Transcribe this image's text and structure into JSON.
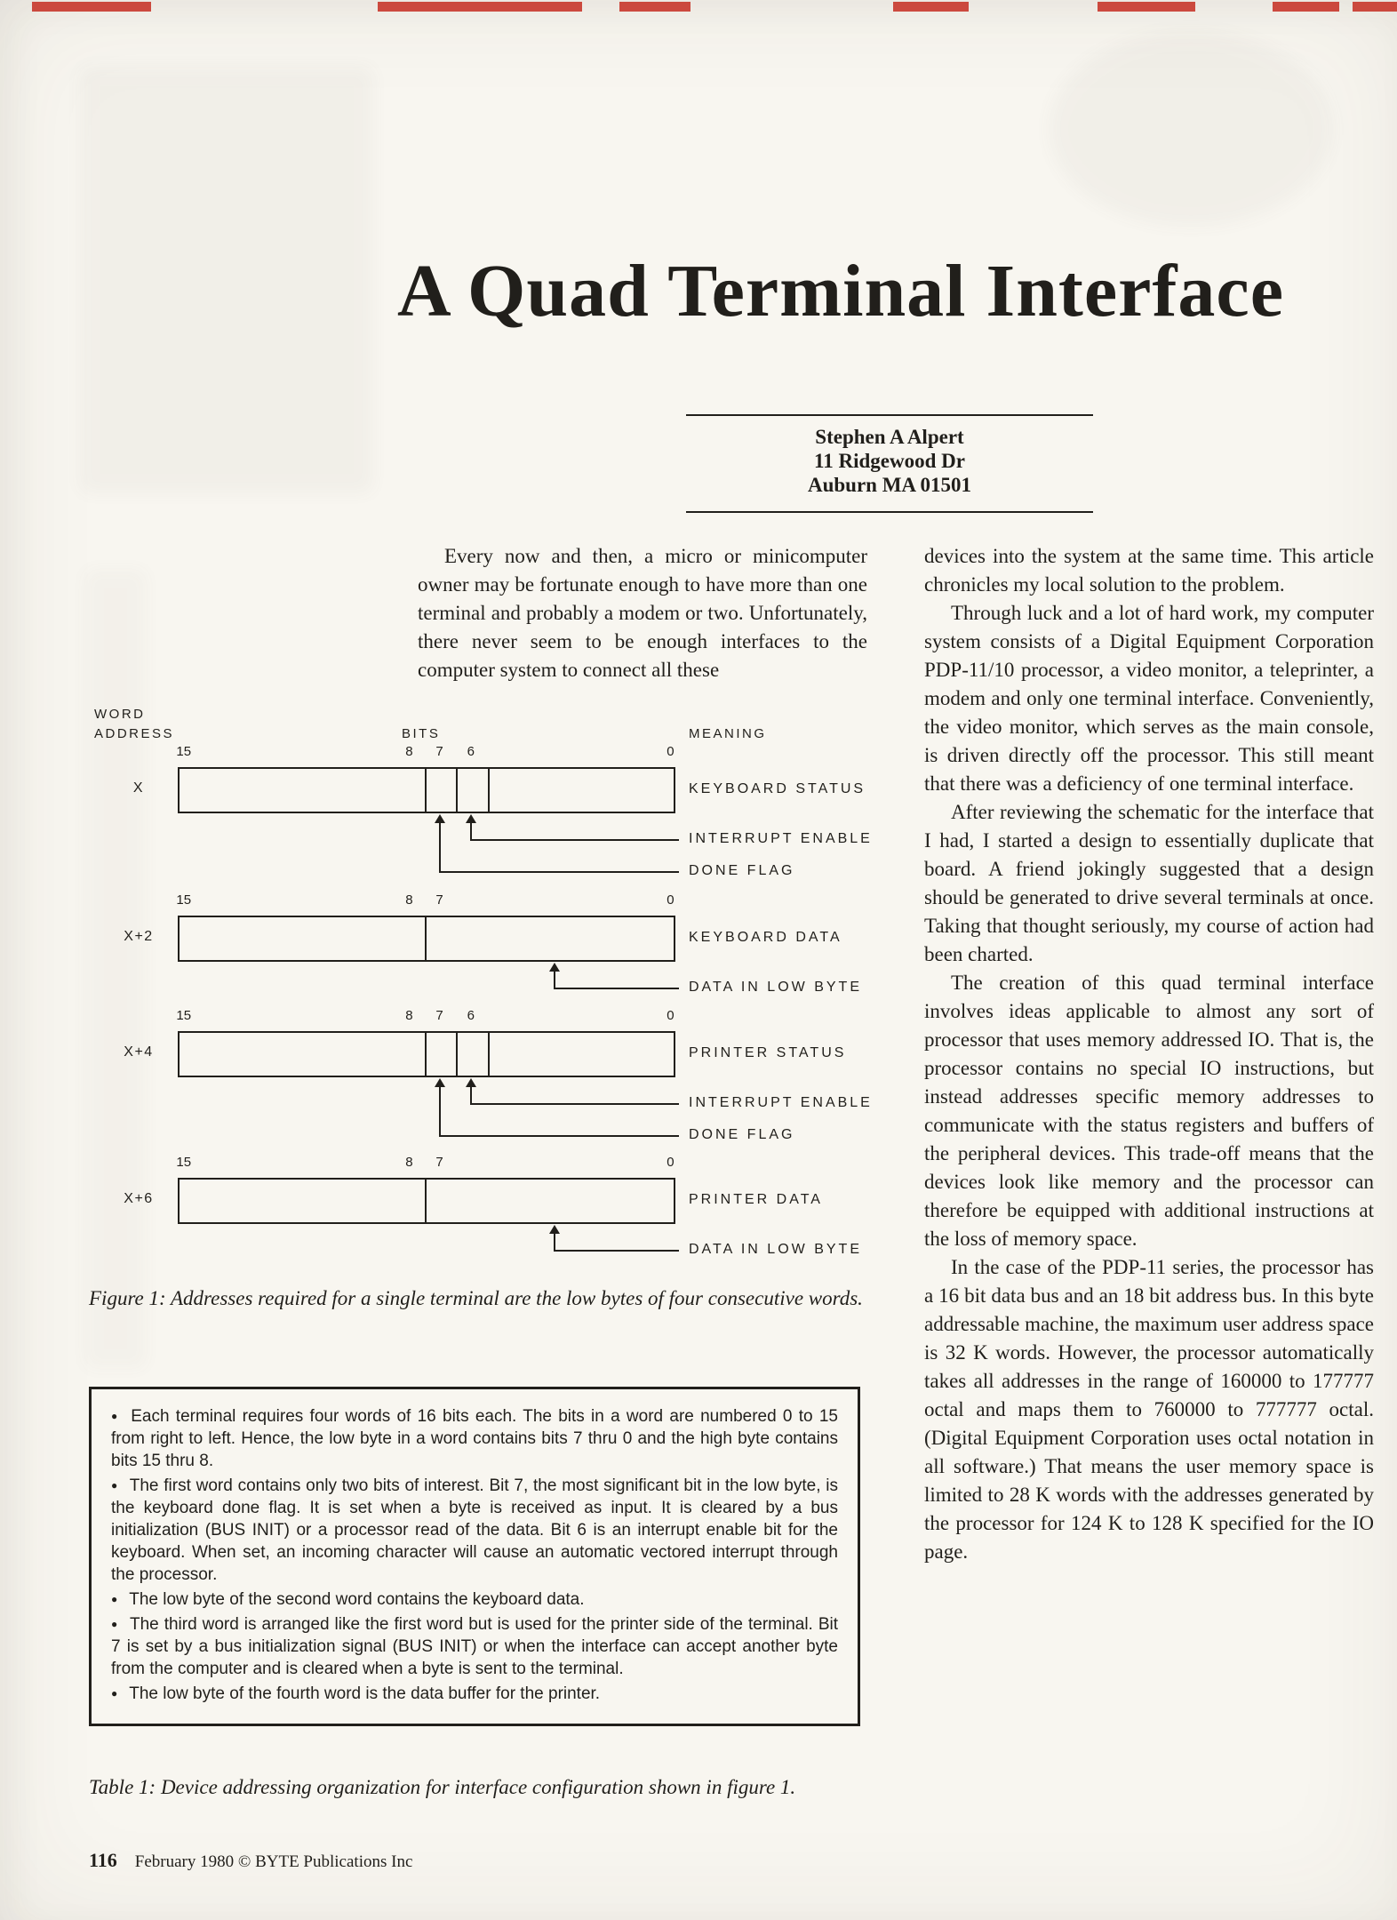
{
  "colors": {
    "ink": "#211f1b",
    "paper": "#f8f6f0",
    "artifact_red": "#c8372b"
  },
  "page": {
    "title": "A Quad Terminal Interface",
    "author": {
      "name": "Stephen A Alpert",
      "address_line1": "11 Ridgewood Dr",
      "address_line2": "Auburn MA 01501"
    },
    "footer": {
      "page_number": "116",
      "credit": "February 1980 © BYTE Publications Inc"
    }
  },
  "article": {
    "left_column": [
      "Every now and then, a micro or minicomputer owner may be fortunate enough to have more than one terminal and probably a modem or two. Unfortunately, there never seem to be enough interfaces to the computer system to connect all these"
    ],
    "right_column": [
      "devices into the system at the same time. This article chronicles my local solution to the problem.",
      "Through luck and a lot of hard work, my computer system consists of a Digital Equipment Corporation PDP-11/10 processor, a video monitor, a teleprinter, a modem and only one terminal interface. Conveniently, the video monitor, which serves as the main console, is driven directly off the processor. This still meant that there was a deficiency of one terminal interface.",
      "After reviewing the schematic for the interface that I had, I started a design to essentially duplicate that board. A friend jokingly suggested that a design should be generated to drive several terminals at once. Taking that thought seriously, my course of action had been charted.",
      "The creation of this quad terminal interface involves ideas applicable to almost any sort of processor that uses memory addressed IO. That is, the processor contains no special IO instructions, but instead addresses specific memory addresses to communicate with the status registers and buffers of the peripheral devices. This trade-off means that the devices look like memory and the processor can therefore be equipped with additional instructions at the loss of memory space.",
      "In the case of the PDP-11 series, the processor has a 16 bit data bus and an 18 bit address bus. In this byte addressable machine, the maximum user address space is 32 K words. However, the processor automatically takes all addresses in the range of 160000 to 177777 octal and maps them to 760000 to 777777 octal. (Digital Equipment Corporation uses octal notation in all software.) That means the user memory space is limited to 28 K words with the addresses generated by the processor for 124 K to 128 K specified for the IO page."
    ]
  },
  "figure": {
    "headers": {
      "word": "WORD",
      "address": "ADDRESS",
      "bits": "BITS",
      "meaning": "MEANING"
    },
    "rows": [
      {
        "address": "X",
        "meaning": "KEYBOARD STATUS",
        "bit_labels": [
          {
            "text": "15",
            "pos": 0.012
          },
          {
            "text": "8",
            "pos": 0.465
          },
          {
            "text": "7",
            "pos": 0.526
          },
          {
            "text": "6",
            "pos": 0.589
          },
          {
            "text": "0",
            "pos": 0.99
          }
        ],
        "dividers": [
          0.495,
          0.5575,
          0.621
        ],
        "callouts": [
          {
            "label": "INTERRUPT ENABLE",
            "pos": 0.589
          },
          {
            "label": "DONE FLAG",
            "pos": 0.526
          }
        ]
      },
      {
        "address": "X+2",
        "meaning": "KEYBOARD DATA",
        "bit_labels": [
          {
            "text": "15",
            "pos": 0.012
          },
          {
            "text": "8",
            "pos": 0.465
          },
          {
            "text": "7",
            "pos": 0.526
          },
          {
            "text": "0",
            "pos": 0.99
          }
        ],
        "dividers": [
          0.495
        ],
        "callouts": [
          {
            "label": "DATA IN LOW BYTE",
            "pos": 0.757
          }
        ]
      },
      {
        "address": "X+4",
        "meaning": "PRINTER STATUS",
        "bit_labels": [
          {
            "text": "15",
            "pos": 0.012
          },
          {
            "text": "8",
            "pos": 0.465
          },
          {
            "text": "7",
            "pos": 0.526
          },
          {
            "text": "6",
            "pos": 0.589
          },
          {
            "text": "0",
            "pos": 0.99
          }
        ],
        "dividers": [
          0.495,
          0.5575,
          0.621
        ],
        "callouts": [
          {
            "label": "INTERRUPT ENABLE",
            "pos": 0.589
          },
          {
            "label": "DONE FLAG",
            "pos": 0.526
          }
        ]
      },
      {
        "address": "X+6",
        "meaning": "PRINTER DATA",
        "bit_labels": [
          {
            "text": "15",
            "pos": 0.012
          },
          {
            "text": "8",
            "pos": 0.465
          },
          {
            "text": "7",
            "pos": 0.526
          },
          {
            "text": "0",
            "pos": 0.99
          }
        ],
        "dividers": [
          0.495
        ],
        "callouts": [
          {
            "label": "DATA IN LOW BYTE",
            "pos": 0.757
          }
        ]
      }
    ],
    "caption": "Figure 1: Addresses required for a single terminal are the low bytes of four consecutive words."
  },
  "table": {
    "bullets": [
      "Each terminal requires four words of 16 bits each. The bits in a word are numbered 0 to 15 from right to left. Hence, the low byte in a word contains bits 7 thru 0 and the high byte contains bits 15 thru 8.",
      "The first word contains only two bits of interest. Bit 7, the most significant bit in the low byte, is the keyboard done flag. It is set when a byte is received as input. It is cleared by a bus initialization (BUS INIT) or a processor read of the data. Bit 6 is an interrupt enable bit for the keyboard. When set, an incoming character will cause an automatic vectored interrupt through the processor.",
      "The low byte of the second word contains the keyboard data.",
      "The third word is arranged like the first word but is used for the printer side of the terminal. Bit 7 is set by a bus initialization signal (BUS INIT) or when the interface can accept another byte from the computer and is cleared when a byte is sent to the terminal.",
      "The low byte of the fourth word is the data buffer for the printer."
    ],
    "caption": "Table 1: Device addressing organization for interface configuration shown in figure 1."
  }
}
